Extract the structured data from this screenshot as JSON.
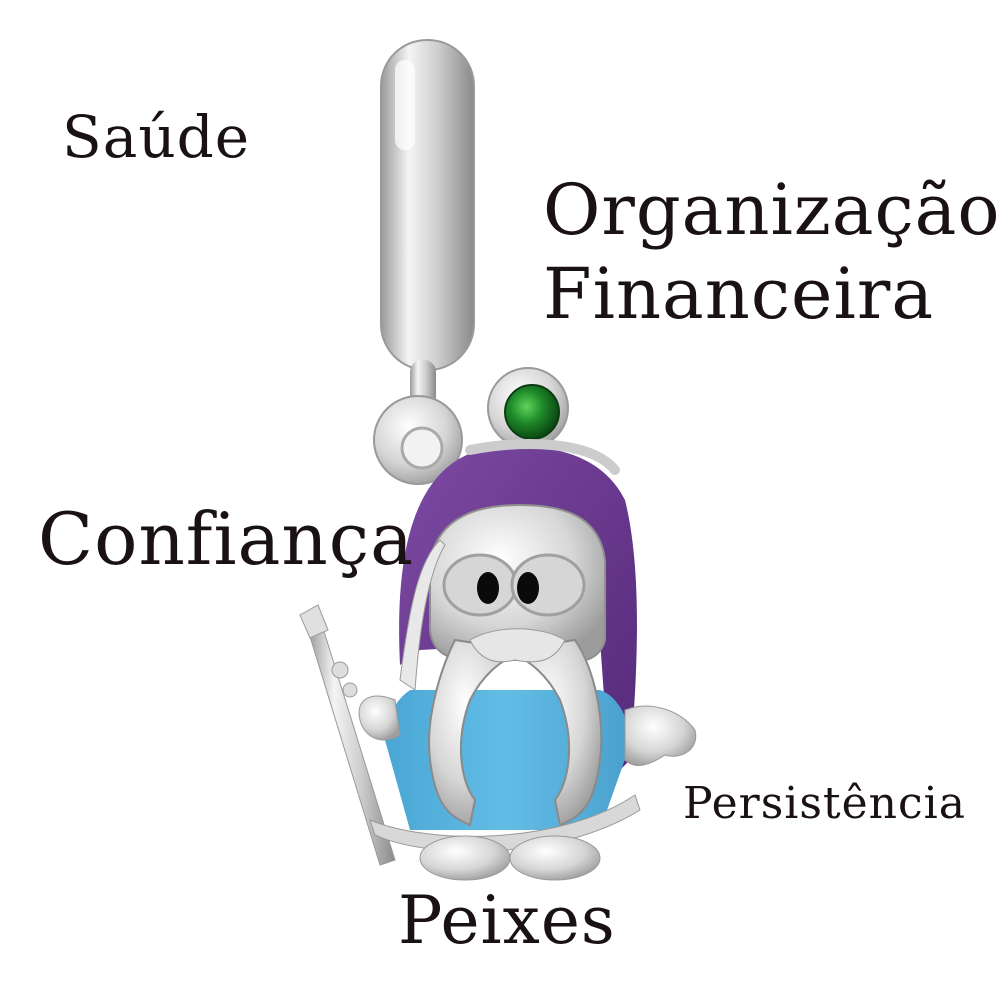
{
  "labels": {
    "saude": "Saúde",
    "organizacao_line1": "Organização",
    "organizacao_line2": "Financeira",
    "confianca": "Confiança",
    "persistencia": "Persistência",
    "peixes": "Peixes"
  },
  "charm": {
    "description": "Silver gnome pendant charm with purple glitter hat, light blue robe, braided beard, staff, and green gemstone",
    "colors": {
      "silver": "#d8d8d8",
      "hat_purple": "#6b3a8f",
      "robe_blue": "#5ab4de",
      "gem_green": "#1f8a2a",
      "eye_black": "#0a0a0a"
    }
  }
}
